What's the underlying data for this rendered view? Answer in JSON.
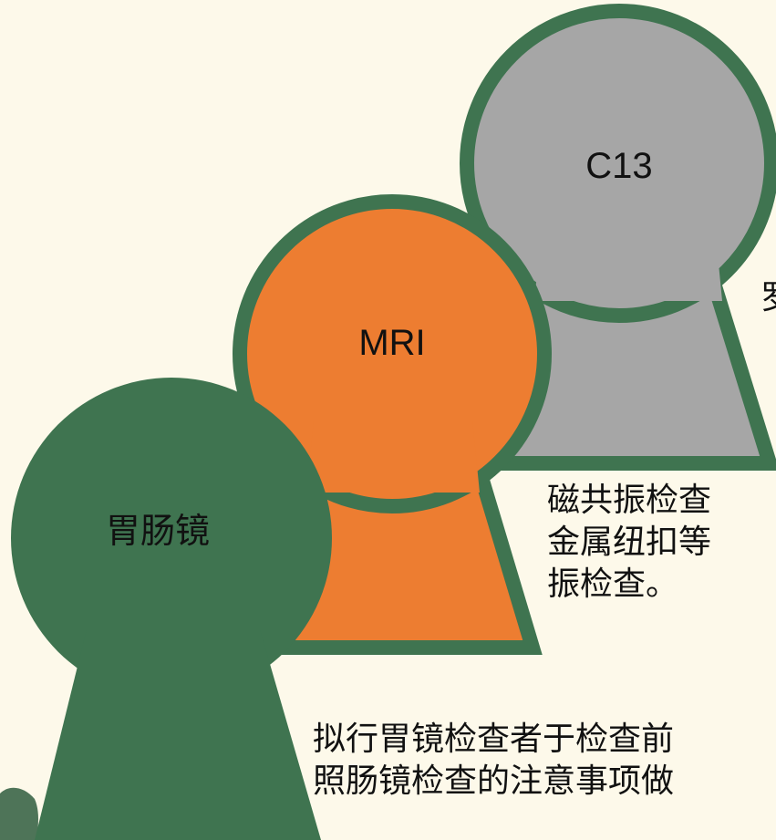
{
  "colors": {
    "background": "#fdf9ea",
    "outline": "#3f7450",
    "c13_fill": "#a6a6a6",
    "mri_fill": "#ed7d31",
    "gastro_fill": "#3f7450",
    "decoration": "#2f5d3e"
  },
  "keys": [
    {
      "id": "c13",
      "label": "C13",
      "fill": "#a6a6a6"
    },
    {
      "id": "mri",
      "label": "MRI",
      "fill": "#ed7d31"
    },
    {
      "id": "gastro",
      "label": "胃肠镜",
      "fill": "#3f7450"
    }
  ],
  "notes": {
    "c13": [
      "罗"
    ],
    "mri": [
      "磁共振检查",
      "金属纽扣等",
      "振检查。"
    ],
    "gastro": [
      "拟行胃镜检查者于检查前",
      "照肠镜检查的注意事项做"
    ]
  }
}
